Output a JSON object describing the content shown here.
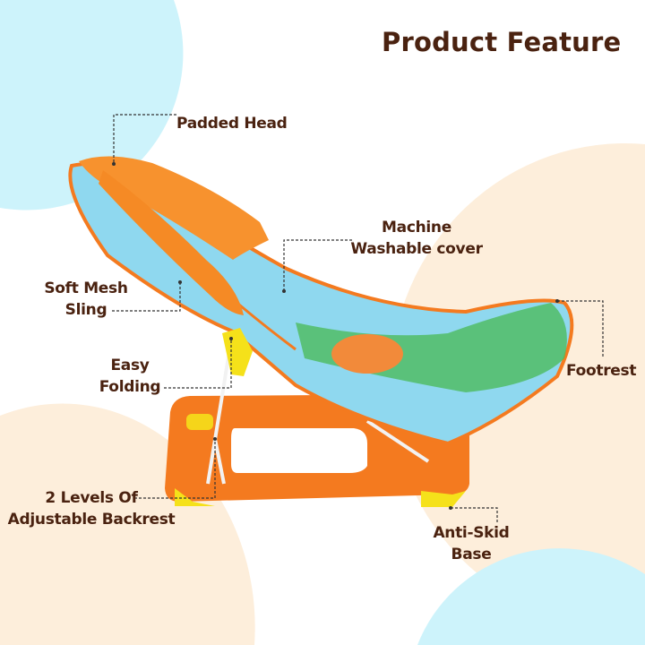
{
  "title": "Product Feature",
  "features": {
    "padded_head": "Padded Head",
    "machine_washable": [
      "Machine",
      "Washable cover"
    ],
    "soft_mesh": [
      "Soft Mesh",
      "Sling"
    ],
    "footrest": "Footrest",
    "easy_folding": [
      "Easy",
      "Folding"
    ],
    "backrest": [
      "2 Levels Of",
      "Adjustable Backrest"
    ],
    "anti_skid": [
      "Anti-Skid",
      "Base"
    ]
  },
  "colors": {
    "text": "#4a2210",
    "blob_blue": "#cdf3fb",
    "blob_peach": "#fdeedb",
    "orange": "#f47a1f",
    "sling_blue": "#8fd8ef",
    "yellow": "#f5e11a"
  }
}
